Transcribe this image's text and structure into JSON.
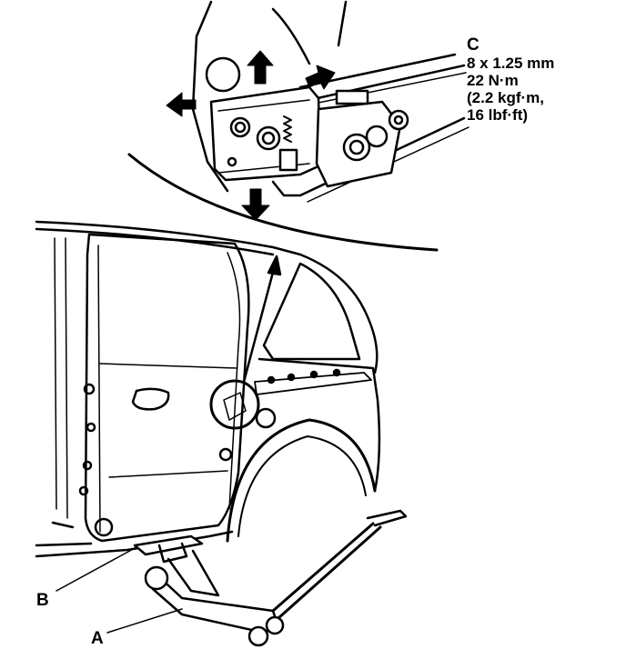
{
  "labels": {
    "a": "A",
    "b": "B",
    "c": "C"
  },
  "spec": {
    "bolt": "8 x 1.25 mm",
    "torque_nm": "22 N·m",
    "torque_kgf": "(2.2 kgf·m,",
    "torque_lbf": "16 lbf·ft)"
  }
}
